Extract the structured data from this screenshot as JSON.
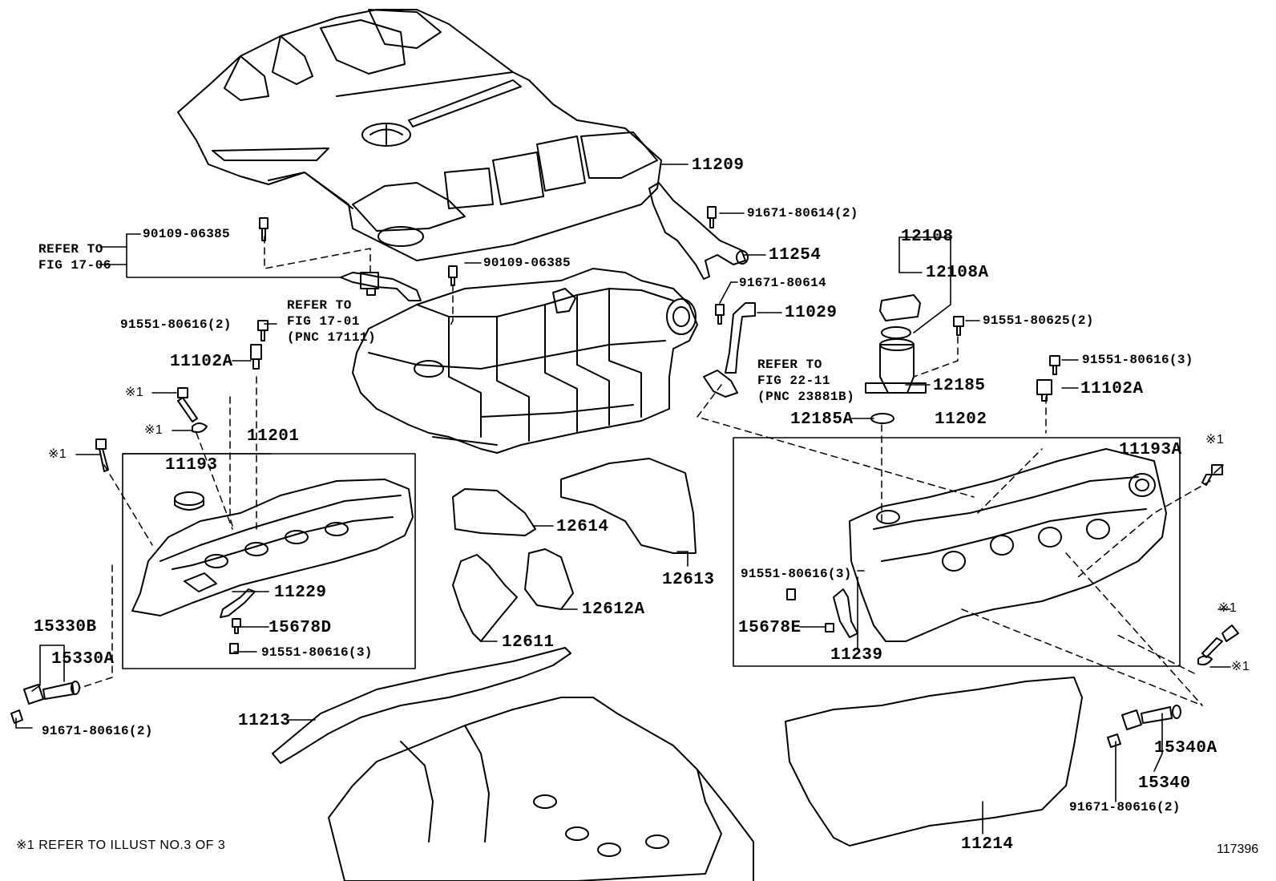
{
  "labels": {
    "p11209": "11209",
    "p90109_top": "90109-06385",
    "p90109_mid": "90109-06385",
    "p91671_2": "91671-80614(2)",
    "p11254": "11254",
    "p91671": "91671-80614",
    "p11029": "11029",
    "p12108": "12108",
    "p12108A": "12108A",
    "p91551_625": "91551-80625(2)",
    "p91551_616_3r": "91551-80616(3)",
    "p11102A_r": "11102A",
    "p12185": "12185",
    "p12185A": "12185A",
    "p11202": "11202",
    "p11193A": "11193A",
    "p91551_616_2": "91551-80616(2)",
    "p11102A_l": "11102A",
    "p11201": "11201",
    "p11193": "11193",
    "p11229": "11229",
    "p15678D": "15678D",
    "p91551_616_3l": "91551-80616(3)",
    "p15330B": "15330B",
    "p15330A": "15330A",
    "p91671_616_l": "91671-80616(2)",
    "p12614": "12614",
    "p12613": "12613",
    "p12612A": "12612A",
    "p12611": "12611",
    "p11213": "11213",
    "p91551_616_3box": "91551-80616(3)",
    "p15678E": "15678E",
    "p11239": "11239",
    "p11214": "11214",
    "p15340A": "15340A",
    "p15340": "15340",
    "p91671_616_r": "91671-80616(2)",
    "star1_a": "※1",
    "star1_b": "※1",
    "star1_c": "※1",
    "star1_d": "※1",
    "star1_e": "※1",
    "star1_f": "※1"
  },
  "refs": {
    "ref_1706_l1": "REFER TO",
    "ref_1706_l2": "FIG 17-06",
    "ref_1701_l1": "REFER TO",
    "ref_1701_l2": "FIG 17-01",
    "ref_1701_l3": "(PNC 17111)",
    "ref_2211_l1": "REFER TO",
    "ref_2211_l2": "FIG 22-11",
    "ref_2211_l3": "(PNC 23881B)"
  },
  "footnote": "※1  REFER TO ILLUST NO.3 OF 3",
  "illustration_number": "117396"
}
